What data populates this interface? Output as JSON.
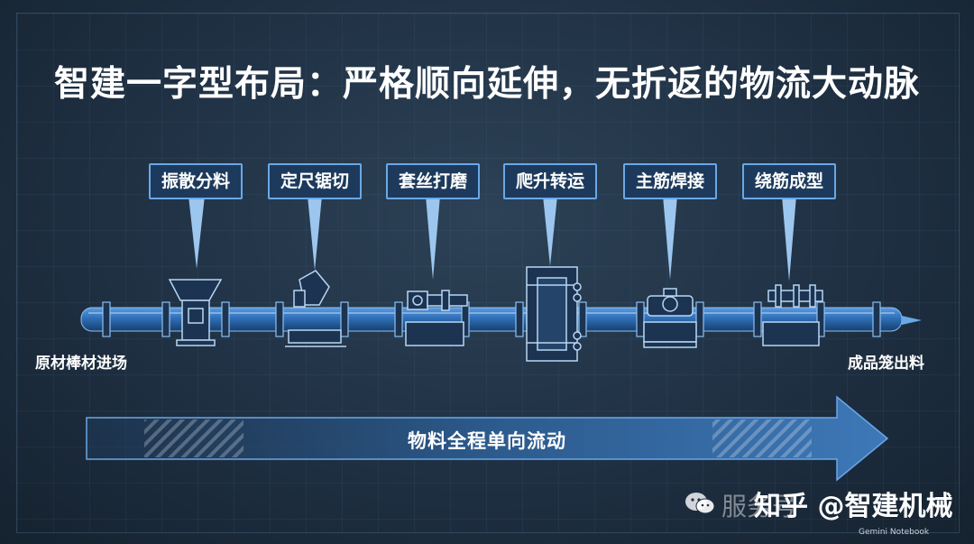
{
  "title": "智建一字型布局：严格顺向延伸，无折返的物流大动脉",
  "stations": [
    {
      "label": "振散分料",
      "icon": "hopper-machine-icon"
    },
    {
      "label": "定尺锯切",
      "icon": "saw-machine-icon"
    },
    {
      "label": "套丝打磨",
      "icon": "threading-machine-icon"
    },
    {
      "label": "爬升转运",
      "icon": "lift-frame-icon"
    },
    {
      "label": "主筋焊接",
      "icon": "welding-machine-icon"
    },
    {
      "label": "绕筋成型",
      "icon": "winding-machine-icon"
    }
  ],
  "start_label": "原材棒材进场",
  "end_label": "成品笼出料",
  "flow_label": "物料全程单向流动",
  "watermark": {
    "faded_text": "服务号",
    "handle": "知乎 @智建机械",
    "icon": "wechat-icon"
  },
  "credit": "Gemini Notebook",
  "colors": {
    "accent": "#6aa8e6",
    "pipe": "#2f6fb8",
    "background": "#1f3043"
  }
}
